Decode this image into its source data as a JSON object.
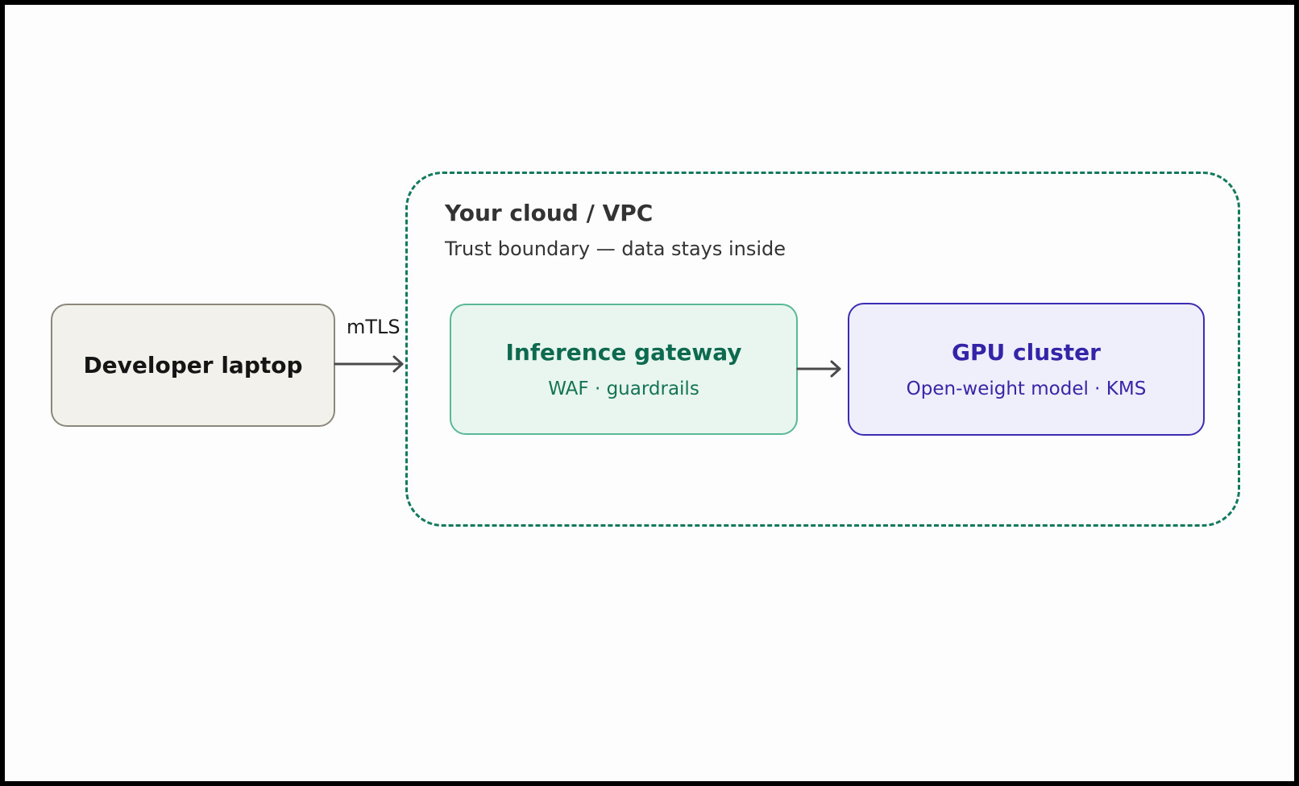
{
  "diagram": {
    "boundary": {
      "title": "Your cloud / VPC",
      "subtitle": "Trust boundary — data stays inside"
    },
    "nodes": {
      "laptop": {
        "title": "Developer laptop"
      },
      "gateway": {
        "title": "Inference gateway",
        "subtitle": "WAF · guardrails"
      },
      "gpu": {
        "title": "GPU cluster",
        "subtitle": "Open-weight model · KMS"
      }
    },
    "edges": [
      {
        "from": "Developer laptop",
        "to": "Inference gateway",
        "label": "mTLS"
      },
      {
        "from": "Inference gateway",
        "to": "GPU cluster",
        "label": ""
      }
    ]
  },
  "colors": {
    "boundary": "#127a5c",
    "gateway_accent": "#0e6a4f",
    "gpu_accent": "#3324a8",
    "laptop_fill": "#f3f1ec"
  }
}
